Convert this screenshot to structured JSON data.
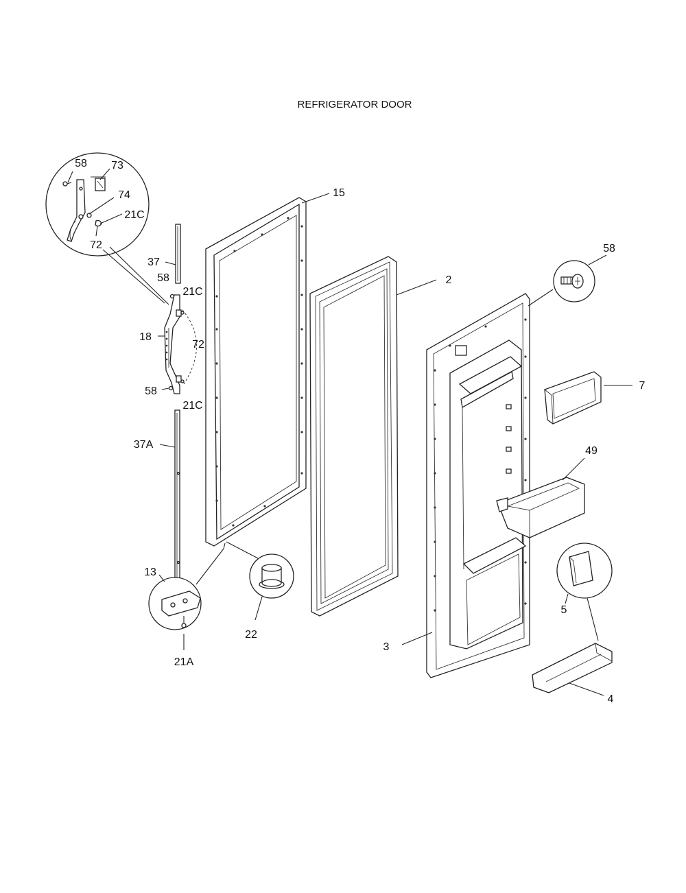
{
  "title": "REFRIGERATOR DOOR",
  "callouts": {
    "c58a": "58",
    "c73": "73",
    "c74": "74",
    "c21Ca": "21C",
    "c72a": "72",
    "c15": "15",
    "c37": "37",
    "c58b": "58",
    "c21Cb": "21C",
    "c18": "18",
    "c72b": "72",
    "c58c": "58",
    "c21Cc": "21C",
    "c37A": "37A",
    "c2": "2",
    "c58d": "58",
    "c7": "7",
    "c49": "49",
    "c13": "13",
    "c22": "22",
    "c21A": "21A",
    "c5": "5",
    "c3": "3",
    "c4": "4"
  }
}
